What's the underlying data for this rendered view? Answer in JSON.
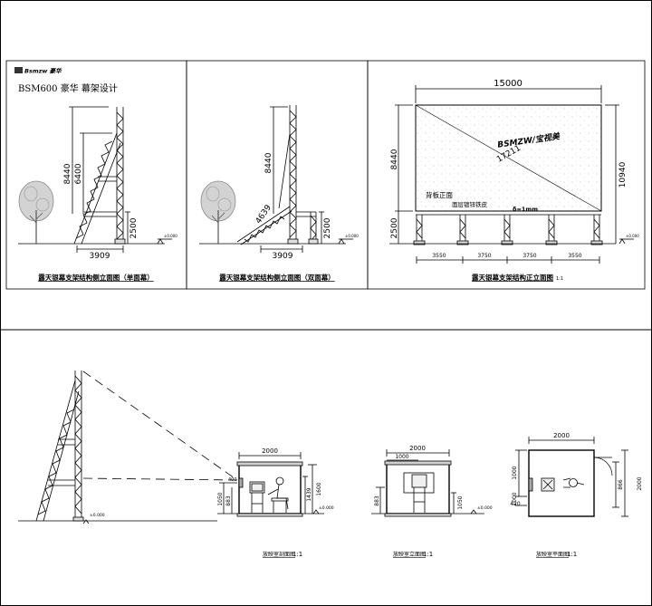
{
  "header": {
    "logo_text": "Bsmzw 豪华",
    "design_title": "BSM600 豪华  幕架设计"
  },
  "panel1": {
    "dim_height_total": "8440",
    "dim_height_screen": "6400",
    "dim_base_height": "2500",
    "dim_base_width": "3909",
    "caption": "露天银幕支架结构侧立面图（单面幕）"
  },
  "panel2": {
    "dim_height_total": "8440",
    "dim_diagonal": "4639",
    "dim_base_height": "2500",
    "dim_base_width": "3909",
    "caption": "露天银幕支架结构侧立面图（双面幕）"
  },
  "panel3": {
    "dim_width_total": "15000",
    "dim_screen_height": "8440",
    "dim_total_height": "10940",
    "dim_diagonal": "17211",
    "dim_base_height": "2500",
    "spans": [
      "3550",
      "3750",
      "3750",
      "3550"
    ],
    "label_back": "背板正面",
    "label_surface": "面层镀锌铁皮",
    "label_thickness": "δ=1mm",
    "screen_brand": "BSMZW/宝视美",
    "caption": "露天银幕支架结构正立面图",
    "caption_scale": "1:1"
  },
  "lower": {
    "level_mark": "±0.000",
    "section": {
      "dim_width": "2000",
      "dim_1600": "1600",
      "dim_1439": "1439",
      "dim_1050": "1050",
      "dim_883": "883",
      "dim_400": "400",
      "caption": "放映室剖面图",
      "scale": "1:1"
    },
    "elevation": {
      "dim_width": "2000",
      "dim_1000": "1000",
      "dim_1050": "1050",
      "dim_883": "883",
      "caption": "放映室立面图",
      "scale": "1:1"
    },
    "plan": {
      "dim_width": "2000",
      "dim_1000": "1000",
      "dim_420": "420",
      "dim_866": "866",
      "dim_2000_side": "2000",
      "caption": "放映室平面图",
      "scale": "1:1"
    }
  }
}
